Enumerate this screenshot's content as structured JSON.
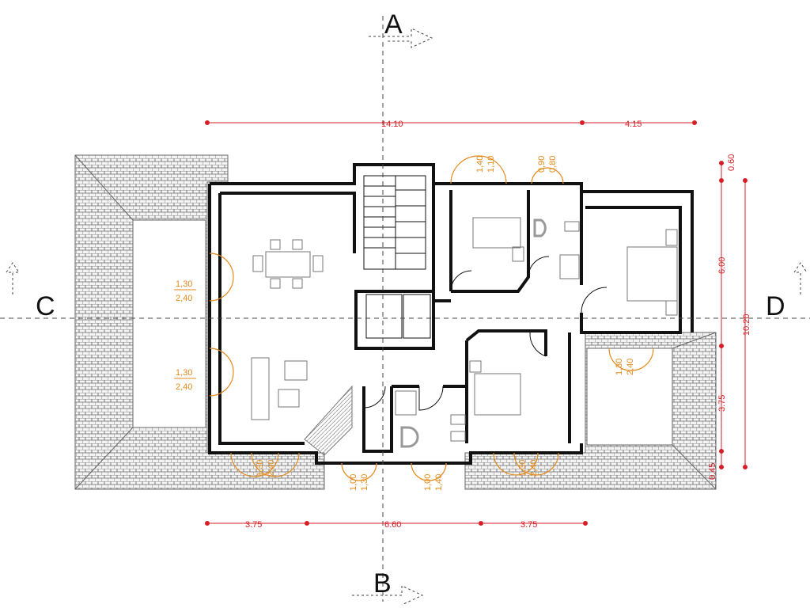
{
  "sections": {
    "top": "A",
    "bottom": "B",
    "left": "C",
    "right": "D"
  },
  "dims": {
    "top_total": "14.10",
    "top_right": "4.15",
    "bottom": [
      "3.75",
      "6.60",
      "3.75"
    ],
    "right_outer": "10.20",
    "right_inner": [
      "0.60",
      "6.00",
      "3.75",
      "0.45"
    ]
  },
  "openings": {
    "left_upper_w": "1,30",
    "left_upper_h": "2,40",
    "left_lower_w": "1,30",
    "left_lower_h": "2,40",
    "top_a_w": "1,40",
    "top_a_h": "1,10",
    "top_b_w": "0,90",
    "top_b_h": "0,80",
    "right_balcony_w": "1,30",
    "right_balcony_h": "2,40",
    "bottom_a_w": "1,30",
    "bottom_a_h": "2,40",
    "bottom_b_w": "1,00",
    "bottom_b_h": "1,30",
    "bottom_c_w": "1,00",
    "bottom_c_h": "1,40",
    "bottom_d_w": "1,30",
    "bottom_d_h": "2,40"
  },
  "colors": {
    "dimension": "#d61e25",
    "opening": "#e38a1c",
    "wall": "#111111"
  }
}
